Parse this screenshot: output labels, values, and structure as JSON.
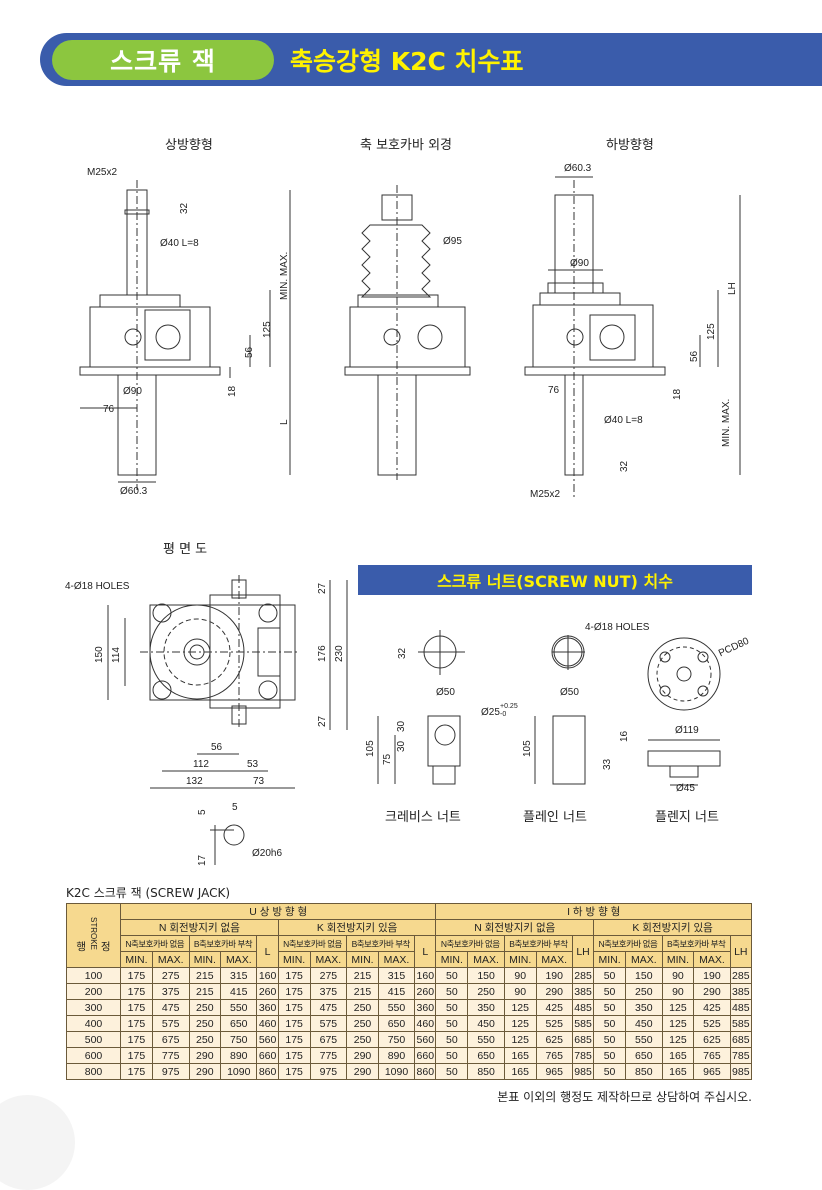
{
  "header": {
    "category": "스크류 잭",
    "title": "축승강형 K2C 치수표"
  },
  "drawings": {
    "titles": [
      "상방향형",
      "축 보호카바 외경",
      "하방향형",
      "평 면 도"
    ],
    "up": {
      "thread": "M25x2",
      "d32": "32",
      "key": "Ø40 L=8",
      "minmax": "MIN. MAX.",
      "d125": "125",
      "d56": "56",
      "d18": "18",
      "d90": "Ø90",
      "d76": "76",
      "L": "L",
      "d603": "Ø60.3"
    },
    "cover": {
      "d95": "Ø95"
    },
    "down": {
      "d603": "Ø60.3",
      "d90": "Ø90",
      "LH": "LH",
      "d125": "125",
      "d56": "56",
      "d18": "18",
      "d76": "76",
      "key": "Ø40 L=8",
      "minmax": "MIN. MAX.",
      "d32": "32",
      "thread": "M25x2"
    },
    "plan": {
      "holes": "4-Ø18 HOLES",
      "d150": "150",
      "d114": "114",
      "d27a": "27",
      "d176": "176",
      "d230": "230",
      "d27b": "27",
      "d56": "56",
      "d112": "112",
      "d53": "53",
      "d132": "132",
      "d73": "73",
      "k5a": "5",
      "k5b": "5",
      "k17": "17",
      "shaft": "Ø20h6"
    }
  },
  "nut": {
    "banner": "스크류 너트(SCREW NUT) 치수",
    "clevis": {
      "name": "크레비스 너트",
      "d32": "32",
      "d50": "Ø50",
      "pin": "Ø25",
      "tol_up": "+0.25",
      "tol_dn": "-0",
      "d105": "105",
      "d30a": "30",
      "d30b": "30",
      "d75": "75"
    },
    "plain": {
      "name": "플레인 너트",
      "d50": "Ø50",
      "d105": "105"
    },
    "flange": {
      "name": "플렌지 너트",
      "holes": "4-Ø18 HOLES",
      "pcd": "PCD80",
      "d119": "Ø119",
      "d16": "16",
      "d33": "33",
      "d45": "Ø45"
    }
  },
  "table": {
    "caption": "K2C 스크류 잭 (SCREW JACK)",
    "stroke_label": "행",
    "stroke_label2": "정",
    "stroke_en": "STROKE",
    "up_title": "U 상 방 향 형",
    "down_title": "I 하 방 향 형",
    "n_key": "N 회전방지키 없음",
    "k_key": "K 회전방지키 있음",
    "n_cover": "N축보호카바 없음",
    "b_cover": "B축보호카바 부착",
    "min": "MIN.",
    "max": "MAX.",
    "L": "L",
    "LH": "LH",
    "rows": [
      [
        "100",
        "175",
        "275",
        "215",
        "315",
        "160",
        "175",
        "275",
        "215",
        "315",
        "160",
        "50",
        "150",
        "90",
        "190",
        "285",
        "50",
        "150",
        "90",
        "190",
        "285"
      ],
      [
        "200",
        "175",
        "375",
        "215",
        "415",
        "260",
        "175",
        "375",
        "215",
        "415",
        "260",
        "50",
        "250",
        "90",
        "290",
        "385",
        "50",
        "250",
        "90",
        "290",
        "385"
      ],
      [
        "300",
        "175",
        "475",
        "250",
        "550",
        "360",
        "175",
        "475",
        "250",
        "550",
        "360",
        "50",
        "350",
        "125",
        "425",
        "485",
        "50",
        "350",
        "125",
        "425",
        "485"
      ],
      [
        "400",
        "175",
        "575",
        "250",
        "650",
        "460",
        "175",
        "575",
        "250",
        "650",
        "460",
        "50",
        "450",
        "125",
        "525",
        "585",
        "50",
        "450",
        "125",
        "525",
        "585"
      ],
      [
        "500",
        "175",
        "675",
        "250",
        "750",
        "560",
        "175",
        "675",
        "250",
        "750",
        "560",
        "50",
        "550",
        "125",
        "625",
        "685",
        "50",
        "550",
        "125",
        "625",
        "685"
      ],
      [
        "600",
        "175",
        "775",
        "290",
        "890",
        "660",
        "175",
        "775",
        "290",
        "890",
        "660",
        "50",
        "650",
        "165",
        "765",
        "785",
        "50",
        "650",
        "165",
        "765",
        "785"
      ],
      [
        "800",
        "175",
        "975",
        "290",
        "1090",
        "860",
        "175",
        "975",
        "290",
        "1090",
        "860",
        "50",
        "850",
        "165",
        "965",
        "985",
        "50",
        "850",
        "165",
        "965",
        "985"
      ]
    ],
    "footnote": "본표 이외의 행정도 제작하므로 상담하여 주십시오."
  }
}
